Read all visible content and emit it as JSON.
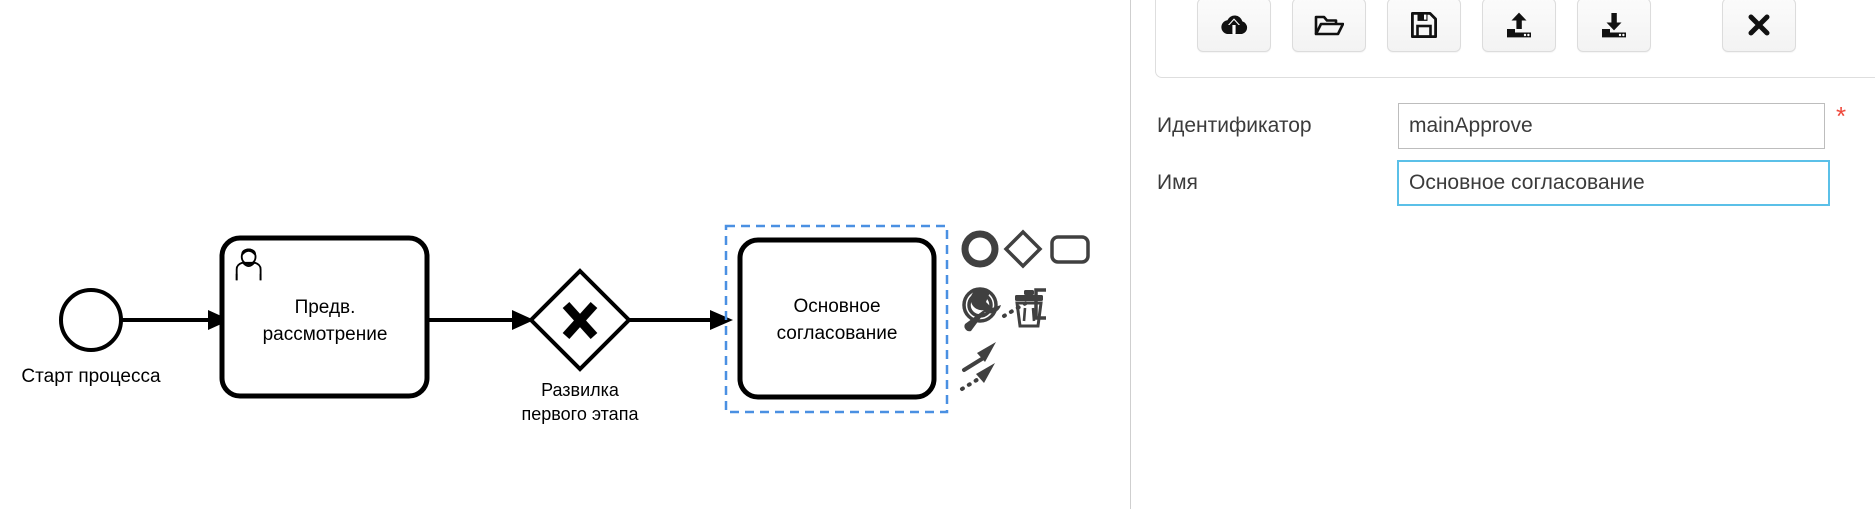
{
  "diagram": {
    "start_event": {
      "label": "Старт процесса"
    },
    "task_review": {
      "label_line1": "Предв.",
      "label_line2": "рассмотрение",
      "icon": "user-task-icon"
    },
    "gateway": {
      "marker": "X",
      "label_line1": "Развилка",
      "label_line2": "первого этапа"
    },
    "task_selected": {
      "label_line1": "Основное",
      "label_line2": "согласование",
      "selected": true
    }
  },
  "context_pad": {
    "items": [
      {
        "name": "append-end-event-icon"
      },
      {
        "name": "append-gateway-icon"
      },
      {
        "name": "append-task-icon"
      },
      {
        "name": "append-intermediate-event-icon"
      },
      {
        "name": "append-text-annotation-icon"
      },
      {
        "name": "change-type-wrench-icon"
      },
      {
        "name": "delete-trash-icon"
      },
      {
        "name": "connect-arrows-icon"
      }
    ]
  },
  "panel": {
    "toolbar": {
      "buttons": [
        {
          "name": "upload-to-cloud-button",
          "icon": "cloud-upload-icon"
        },
        {
          "name": "open-file-button",
          "icon": "folder-open-icon"
        },
        {
          "name": "save-button",
          "icon": "floppy-disk-icon"
        },
        {
          "name": "export-button",
          "icon": "upload-tray-icon"
        },
        {
          "name": "import-button",
          "icon": "download-tray-icon"
        },
        {
          "name": "close-button",
          "icon": "close-x-icon"
        }
      ]
    },
    "fields": {
      "identifier": {
        "label": "Идентификатор",
        "value": "mainApprove",
        "required_marker": "*"
      },
      "name": {
        "label": "Имя",
        "value": "Основное согласование"
      }
    }
  },
  "colors": {
    "selection_blue": "#4a90e2",
    "focus_blue": "#5bc0e8",
    "required_red": "#ef4a3d",
    "shape_stroke": "#000000",
    "pad_icon": "#404040"
  }
}
